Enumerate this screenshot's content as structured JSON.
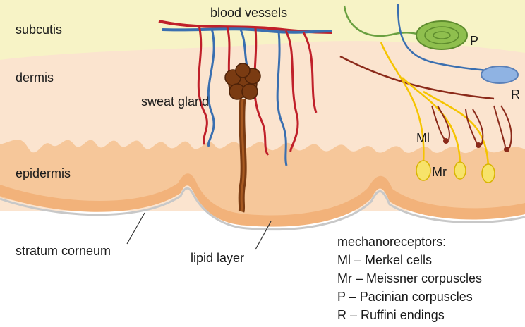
{
  "labels": {
    "subcutis": "subcutis",
    "dermis": "dermis",
    "epidermis": "epidermis",
    "blood_vessels": "blood vessels",
    "sweat_gland": "sweat gland",
    "stratum_corneum": "stratum corneum",
    "lipid_layer": "lipid layer",
    "ml_marker": "Ml",
    "mr_marker": "Mr",
    "p_marker": "P",
    "r_marker": "R"
  },
  "legend": {
    "title": "mechanoreceptors:",
    "items": [
      "Ml – Merkel cells",
      "Mr – Meissner corpuscles",
      "P – Pacinian corpuscles",
      "R – Ruffini endings"
    ]
  },
  "colors": {
    "subcutis": "#f7f3c6",
    "dermis": "#fbe4cf",
    "epidermis": "#f6c79a",
    "stratum": "#f2b27a",
    "artery": "#c0202a",
    "vein": "#3a6fb0",
    "gland": "#7a3b12",
    "nerve_yellow": "#f5c400",
    "nerve_red": "#8b2a1a",
    "pacinian": "#8fbf4e",
    "ruffini": "#8fb3e3",
    "meissner": "#f7e36a"
  }
}
